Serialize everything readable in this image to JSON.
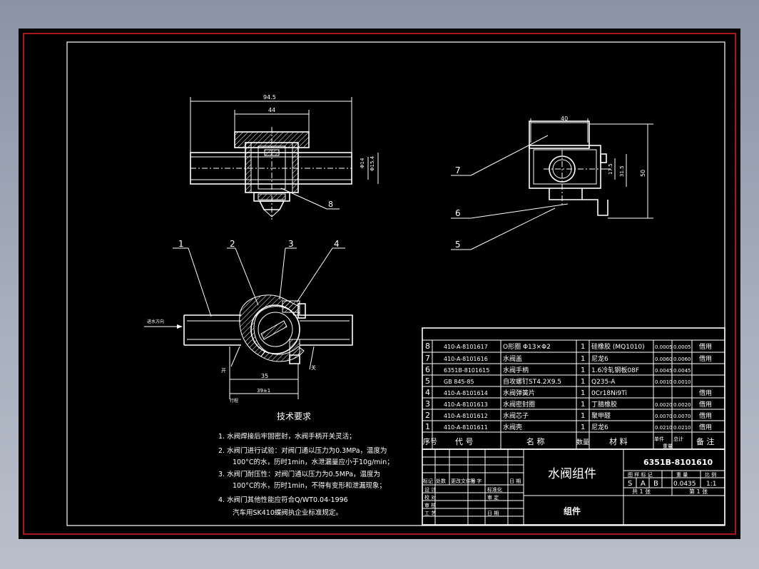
{
  "colors": {
    "background": "#000000",
    "lines": "#ffffff",
    "outer_frame": "#e02020",
    "viewport": "#9aa2b2"
  },
  "top_view": {
    "dims": [
      "94.5",
      "44",
      "Φ14",
      "Φ15.4"
    ],
    "callouts": [
      "8"
    ]
  },
  "side_view": {
    "dims": [
      "40",
      "17.5",
      "31.5",
      "50"
    ],
    "callouts": [
      "7",
      "6",
      "5"
    ]
  },
  "section_view": {
    "callouts": [
      "1",
      "2",
      "3",
      "4"
    ],
    "dims": [
      "35",
      "39±1"
    ],
    "labels": [
      "进水方向",
      "开",
      "关",
      "行程"
    ]
  },
  "tech_requirements": {
    "title": "技术要求",
    "items": [
      "1.  水阀焊接后牢固密封，水阀手柄开关灵活；",
      "2.  水阀门进行试验：对阀门通以压力为0.3MPa，温度为",
      "100°C的水，历时1min，水泄漏量应小于10g/min；",
      "3.  水阀门耐压性：对阀门通以压力为0.5MPa，温度为",
      "100°C的水，历时1min，不得有变形和泄漏现象；",
      "4.  水阀门其他性能应符合Q/WT0.04-1996",
      "    汽车用SK410蝶阀执企业标准规定。"
    ]
  },
  "parts_list": {
    "rows": [
      {
        "no": "8",
        "code": "410-A-8101617",
        "name": "O形圈  Φ13×Φ2",
        "qty": "1",
        "material": "硅橡胶 (MQ1010)",
        "unit": "0.0005",
        "total": "0.0005",
        "note": "借用"
      },
      {
        "no": "7",
        "code": "410-A-8101616",
        "name": "水阀盖",
        "qty": "1",
        "material": "尼龙6",
        "unit": "0.0060",
        "total": "0.0060",
        "note": "借用"
      },
      {
        "no": "6",
        "code": "6351B-8101615",
        "name": "水阀手柄",
        "qty": "1",
        "material": "1.6冷轧钢板08F",
        "unit": "0.0045",
        "total": "0.0045",
        "note": ""
      },
      {
        "no": "5",
        "code": "GB 845-85",
        "name": "自攻螺钉ST4.2X9.5",
        "qty": "1",
        "material": "Q235-A",
        "unit": "0.0010",
        "total": "0.0010",
        "note": ""
      },
      {
        "no": "4",
        "code": "410-A-8101614",
        "name": "水阀弹簧片",
        "qty": "1",
        "material": "0Cr18Ni9Ti",
        "unit": "",
        "total": "",
        "note": "借用"
      },
      {
        "no": "3",
        "code": "410-A-8101613",
        "name": "水阀密封圈",
        "qty": "1",
        "material": "丁腈橡胶",
        "unit": "0.0020",
        "total": "0.0020",
        "note": "借用"
      },
      {
        "no": "2",
        "code": "410-A-8101612",
        "name": "水阀芯子",
        "qty": "1",
        "material": "聚甲醛",
        "unit": "0.0070",
        "total": "0.0070",
        "note": "借用"
      },
      {
        "no": "1",
        "code": "410-A-8101611",
        "name": "水阀壳",
        "qty": "1",
        "material": "尼龙6",
        "unit": "0.0210",
        "total": "0.0210",
        "note": "借用"
      }
    ],
    "header": {
      "no": "序号",
      "code": "代  号",
      "name": "名  称",
      "qty": "数量",
      "material": "材  料",
      "unit": "单件",
      "total": "总计",
      "weight": "重量",
      "note": "备 注"
    }
  },
  "title_block": {
    "drawing_no": "6351B-8101610",
    "title": "水阀组件",
    "subtitle": "组件",
    "stage_label": "图 样 标 记",
    "weight_label": "重  量",
    "scale_label": "比 例",
    "stage": [
      "S",
      "A",
      "B"
    ],
    "weight": "0.0435",
    "scale": "1:1",
    "sheets": "共 1 张",
    "sheet_no": "第 1 张",
    "rev_headers": [
      "标记",
      "处数",
      "更改文件号",
      "签 字",
      "日 期"
    ],
    "roles": [
      "设 计",
      "校 对",
      "审 核",
      "工 艺"
    ],
    "role_right": [
      "标准化",
      "审 定",
      "",
      "日 期"
    ]
  }
}
